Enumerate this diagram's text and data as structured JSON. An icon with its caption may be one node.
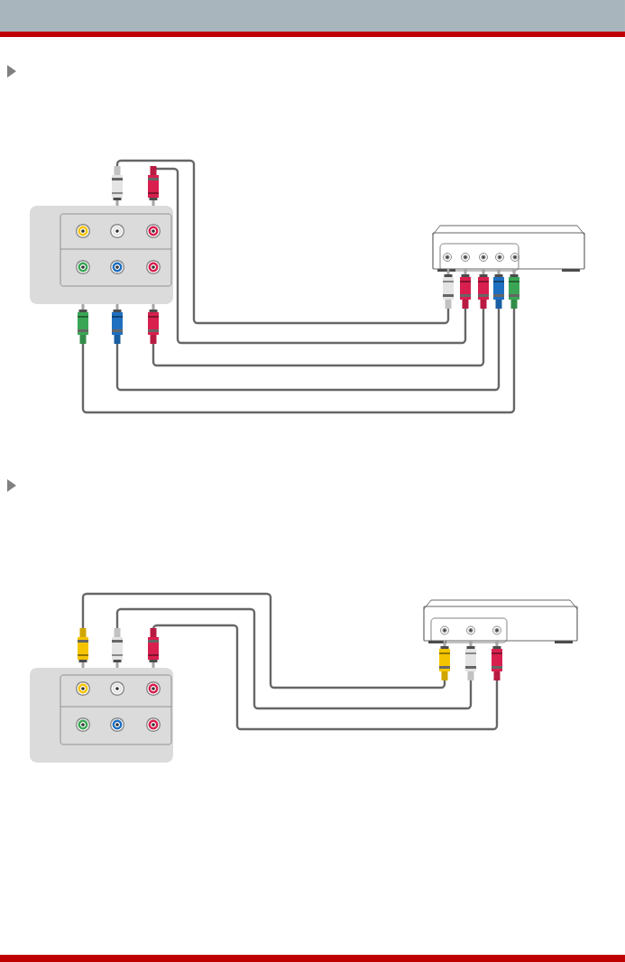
{
  "diagram": {
    "nodes": [
      {
        "text": [],
        "shape": "box"
      },
      {
        "text": [],
        "shape": "box"
      },
      {
        "text": [],
        "shape": "box"
      },
      {
        "text": [],
        "shape": "box"
      }
    ],
    "edges": [
      {
        "from": 0,
        "to": 1,
        "arrow": "none"
      },
      {
        "from": 0,
        "to": 1,
        "arrow": "none"
      },
      {
        "from": 0,
        "to": 1,
        "arrow": "none"
      },
      {
        "from": 0,
        "to": 1,
        "arrow": "none"
      },
      {
        "from": 0,
        "to": 1,
        "arrow": "none"
      },
      {
        "from": 2,
        "to": 3,
        "arrow": "none"
      },
      {
        "from": 2,
        "to": 3,
        "arrow": "none"
      },
      {
        "from": 2,
        "to": 3,
        "arrow": "none"
      }
    ]
  }
}
